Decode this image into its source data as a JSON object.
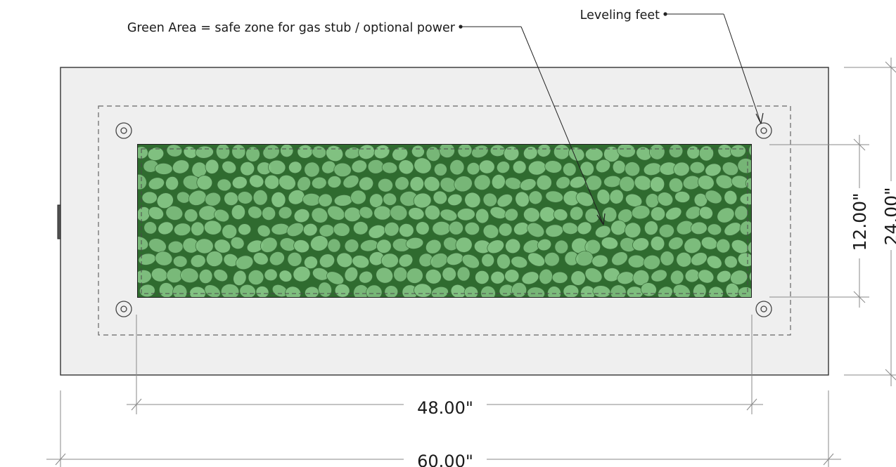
{
  "annotations": {
    "green_area": "Green Area = safe zone for gas stub / optional power",
    "leveling_feet": "Leveling feet"
  },
  "dimensions": {
    "inner_width": "48.00\"",
    "outer_width": "60.00\"",
    "inner_depth": "12.00\"",
    "outer_depth": "24.00\""
  },
  "colors": {
    "table_fill": "#efefef",
    "outline": "#333333",
    "dim_line": "#8a8a8a",
    "safe_zone_green": "#2f7a32",
    "stone_green": "#83c383",
    "stone_edge": "#3a6e3a"
  },
  "icons": {
    "leveling_foot": "circle-target-icon"
  }
}
